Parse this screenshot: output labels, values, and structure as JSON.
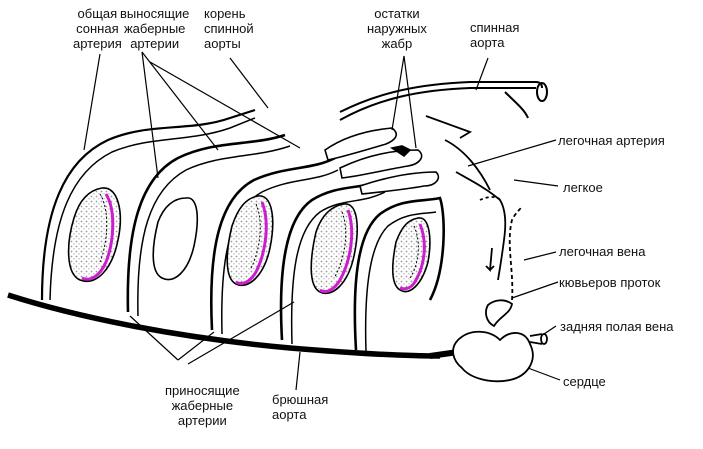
{
  "labels": {
    "common_carotid": "общая\nсонная\nартерия",
    "efferent_branchial": "выносящие\nжаберные\nартерии",
    "aortic_root": "корень\nспинной\nаорты",
    "external_gills": "остатки\nнаружных\nжабр",
    "dorsal_aorta": "спинная\nаорта",
    "pulmonary_artery": "легочная артерия",
    "lung": "легкое",
    "pulmonary_vein": "легочная вена",
    "cuvier_duct": "кювьеров проток",
    "posterior_vena_cava": "задняя полая вена",
    "heart": "сердце",
    "ventral_aorta": "брюшная\nаорта",
    "afferent_branchial": "приносящие\nжаберные\nартерии"
  },
  "colors": {
    "stroke": "#000000",
    "gill_filament": "#cc1fcc",
    "gill_stipple": "#d9d9d9"
  }
}
